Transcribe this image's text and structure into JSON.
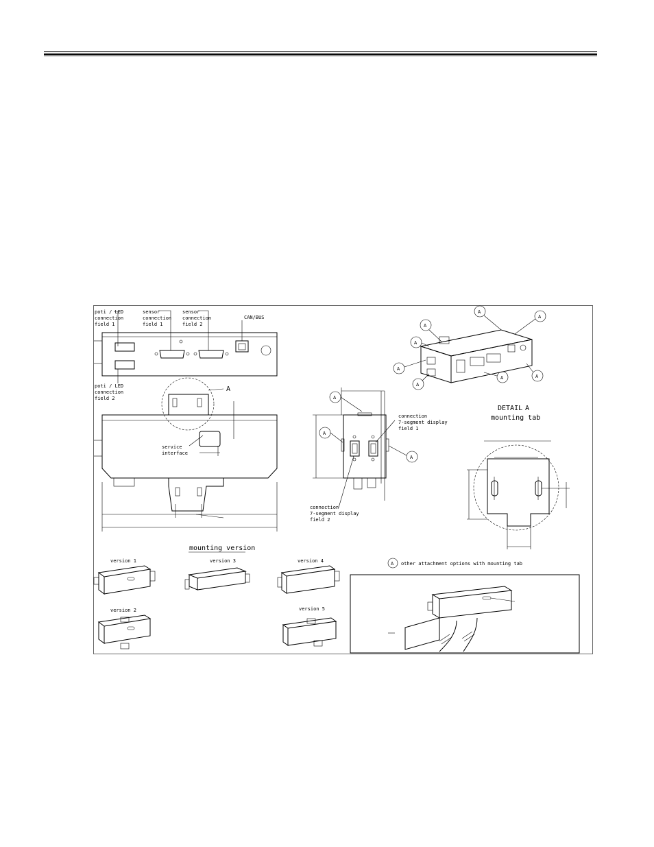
{
  "front_view": {
    "poti_led_field1": [
      "poti / LED",
      "connection",
      "field 1"
    ],
    "poti_led_field2": [
      "poti / LED",
      "connection",
      "field 2"
    ],
    "sensor_field1": [
      "sensor",
      "connection",
      "field 1"
    ],
    "sensor_field2": [
      "sensor",
      "connection",
      "field 2"
    ],
    "can_bus": "CAN/BUS"
  },
  "top_view": {
    "detail_marker": "A",
    "service_interface": [
      "service",
      "interface"
    ]
  },
  "side_view": {
    "marker": "A",
    "display_field1": [
      "connection",
      "7-segment display",
      "field 1"
    ],
    "display_field2": [
      "connection",
      "7-segment display",
      "field 2"
    ]
  },
  "iso_view": {
    "marker": "A"
  },
  "detail": {
    "title": "DETAIL",
    "letter": "A",
    "subtitle": "mounting tab"
  },
  "mounting": {
    "heading": "mounting version",
    "versions": [
      "version 1",
      "version 2",
      "version 3",
      "version 4",
      "version 5"
    ],
    "legend_marker": "A",
    "legend_text": "other attachment options with mounting tab"
  }
}
